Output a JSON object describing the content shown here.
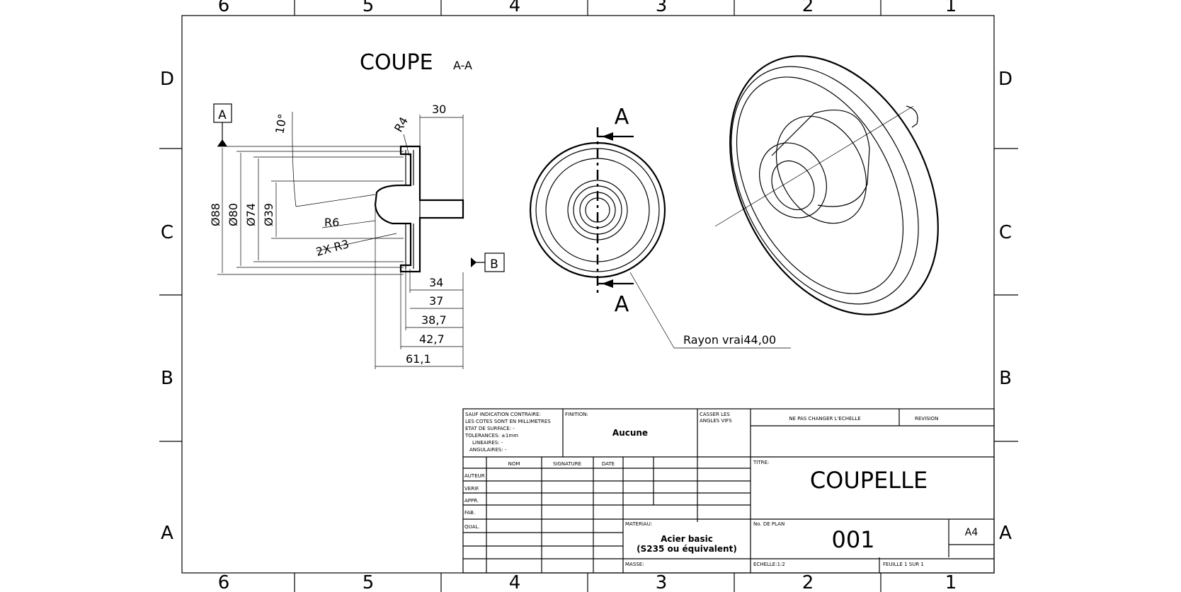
{
  "zones": {
    "columns": [
      "6",
      "5",
      "4",
      "3",
      "2",
      "1"
    ],
    "rows": [
      "D",
      "C",
      "B",
      "A"
    ]
  },
  "section": {
    "title": "COUPE",
    "suffix": "A-A",
    "datum_a": "A",
    "datum_b": "B",
    "dims": {
      "d88": "Ø88",
      "d80": "Ø80",
      "d74": "Ø74",
      "d39": "Ø39",
      "angle": "10°",
      "r4": "R4",
      "r6": "R6",
      "r3": "2X R3",
      "l30": "30",
      "l34": "34",
      "l37": "37",
      "l38": "38,7",
      "l42": "42,7",
      "l61": "61,1"
    }
  },
  "front_view": {
    "cut_top": "A",
    "cut_bottom": "A",
    "radius_note": "Rayon vrai44,00"
  },
  "title_block": {
    "general_notes": [
      "SAUF INDICATION CONTRAIRE:",
      "LES COTES SONT EN MILLIMETRES",
      "ETAT DE SURFACE: -",
      "TOLERANCES: ±1mm",
      "LINEAIRES: -",
      "ANGULAIRES: -"
    ],
    "finition_label": "FINITION:",
    "finition_value": "Aucune",
    "casser_label_1": "CASSER LES",
    "casser_label_2": "ANGLES VIFS",
    "no_scale": "NE PAS CHANGER L'ECHELLE",
    "revision": "REVISION",
    "col_nom": "NOM",
    "col_signature": "SIGNATURE",
    "col_date": "DATE",
    "roles": [
      "AUTEUR",
      "VERIF.",
      "APPR.",
      "FAB.",
      "QUAL."
    ],
    "titre_label": "TITRE:",
    "titre_value": "COUPELLE",
    "materiau_label": "MATERIAU:",
    "materiau_value_1": "Acier basic",
    "materiau_value_2": "(S235 ou équivalent)",
    "plan_label": "No. DE PLAN",
    "plan_value": "001",
    "format": "A4",
    "masse_label": "MASSE:",
    "echelle_label": "ECHELLE:1:2",
    "feuille_label": "FEUILLE 1 SUR 1"
  }
}
